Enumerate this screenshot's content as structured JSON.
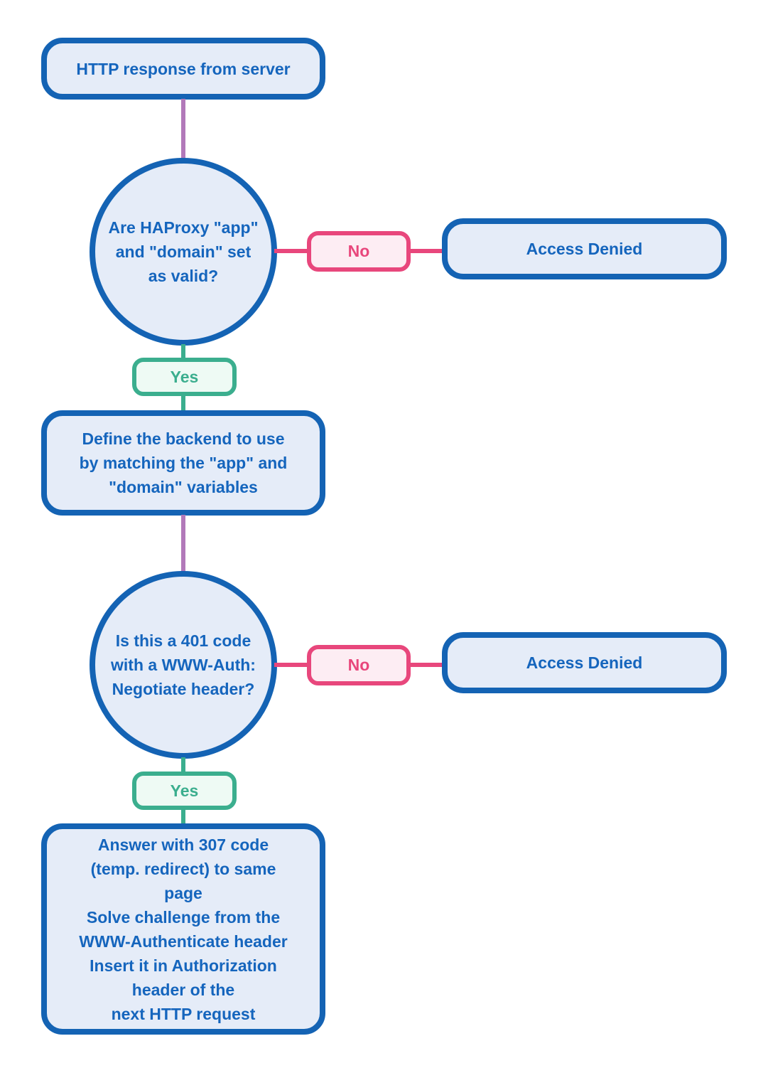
{
  "colors": {
    "blue": "#1463b4",
    "blue_fill": "#e5ecf8",
    "blue_text": "#1565bd",
    "pink": "#e8477c",
    "pink_fill": "#fdedf3",
    "green": "#3bae8e",
    "green_fill": "#eefaf4",
    "purple": "#b279ba"
  },
  "nodes": {
    "start": {
      "label": "HTTP response from server"
    },
    "decision1": {
      "label": "Are HAProxy \"app\"\nand \"domain\" set\nas valid?"
    },
    "no1": {
      "label": "No"
    },
    "denied1": {
      "label": "Access Denied"
    },
    "yes1": {
      "label": "Yes"
    },
    "process1": {
      "label": "Define the backend to use\nby matching the \"app\" and\n\"domain\" variables"
    },
    "decision2": {
      "label": "Is this a 401 code\nwith a WWW-Auth:\nNegotiate header?"
    },
    "no2": {
      "label": "No"
    },
    "denied2": {
      "label": "Access Denied"
    },
    "yes2": {
      "label": "Yes"
    },
    "process2": {
      "label": "Answer with 307 code\n(temp. redirect) to same\npage\nSolve challenge from the\nWWW-Authenticate header\nInsert it in Authorization\nheader of the\nnext HTTP request"
    }
  }
}
